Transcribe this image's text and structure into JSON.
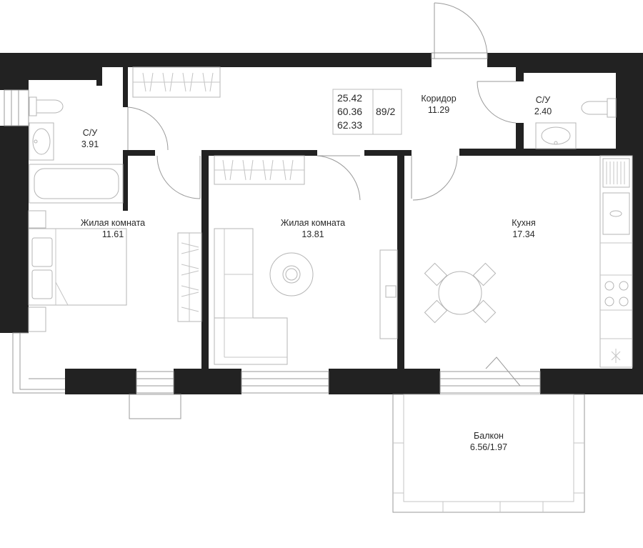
{
  "rooms": {
    "bathroom_left": {
      "name": "С/У",
      "area": "3.91"
    },
    "corridor": {
      "name": "Коридор",
      "area": "11.29"
    },
    "bathroom_right": {
      "name": "С/У",
      "area": "2.40"
    },
    "living_left": {
      "name": "Жилая комната",
      "area": "11.61"
    },
    "living_middle": {
      "name": "Жилая комната",
      "area": "13.81"
    },
    "kitchen": {
      "name": "Кухня",
      "area": "17.34"
    },
    "balcony": {
      "name": "Балкон",
      "area": "6.56/1.97"
    }
  },
  "apartment_info": {
    "areas": [
      "25.42",
      "60.36",
      "62.33"
    ],
    "number": "89/2"
  }
}
